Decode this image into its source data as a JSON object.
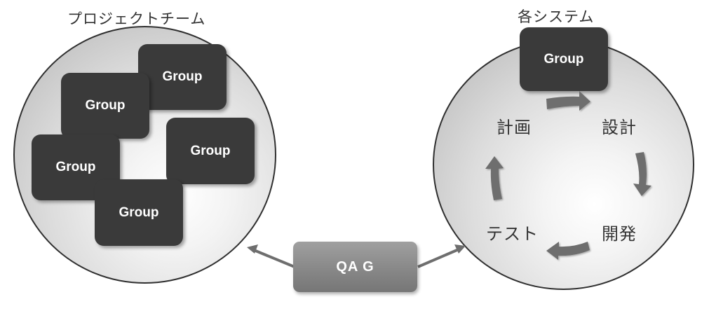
{
  "left_panel": {
    "title": "プロジェクトチーム",
    "groups": [
      "Group",
      "Group",
      "Group",
      "Group",
      "Group"
    ]
  },
  "right_panel": {
    "title": "各システム",
    "group_label": "Group",
    "phases": {
      "plan": "計画",
      "design": "設計",
      "develop": "開発",
      "test": "テスト"
    }
  },
  "qa": {
    "label": "QA G"
  },
  "colors": {
    "group_fill": "#3a3a3a",
    "arrow_fill": "#6e6e6e",
    "qa_fill": "#8a8a8a"
  }
}
